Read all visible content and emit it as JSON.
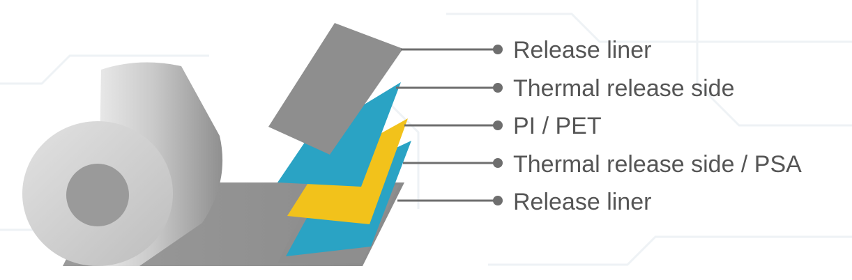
{
  "diagram": {
    "layers": [
      {
        "label": "Release liner",
        "color": "#8e8e8e"
      },
      {
        "label": "Thermal release side",
        "color": "#2aa3c4"
      },
      {
        "label": "PI / PET",
        "color": "#f2c21b"
      },
      {
        "label": "Thermal release side / PSA",
        "color": "#2aa3c4"
      },
      {
        "label": "Release liner",
        "color": "#8e8e8e"
      }
    ],
    "colors": {
      "label_text": "#555555",
      "leader_line": "#6e6e6e",
      "roll_light": "#d6d6d6",
      "roll_dark": "#8a8a8a",
      "roll_core": "#9a9a9a",
      "background_pattern": "#eef2f5"
    }
  }
}
